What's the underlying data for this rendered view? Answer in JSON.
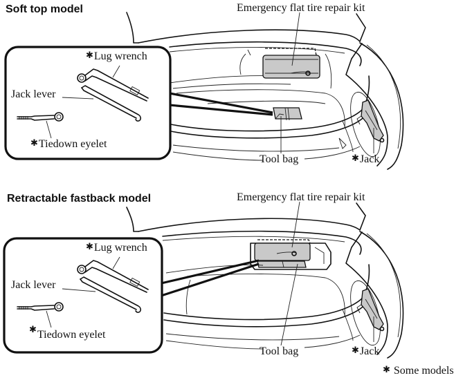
{
  "figure": {
    "footnote_symbol": "✱",
    "footnote_text": "Some models.",
    "panels": [
      {
        "id": "soft-top",
        "title": "Soft top model",
        "labels": {
          "repair_kit": "Emergency flat tire repair kit",
          "lug_wrench": "Lug wrench",
          "jack_lever": "Jack lever",
          "tiedown_eyelet": "Tiedown eyelet",
          "tool_bag": "Tool bag",
          "jack": "Jack"
        },
        "asterisked": [
          "lug_wrench",
          "tiedown_eyelet",
          "jack"
        ]
      },
      {
        "id": "retractable-fastback",
        "title": "Retractable fastback model",
        "labels": {
          "repair_kit": "Emergency flat tire repair kit",
          "lug_wrench": "Lug wrench",
          "jack_lever": "Jack lever",
          "tiedown_eyelet": "Tiedown eyelet",
          "tool_bag": "Tool bag",
          "jack": "Jack"
        },
        "asterisked": [
          "lug_wrench",
          "tiedown_eyelet",
          "jack"
        ]
      }
    ]
  },
  "icons": {
    "asterisk": "✱"
  }
}
